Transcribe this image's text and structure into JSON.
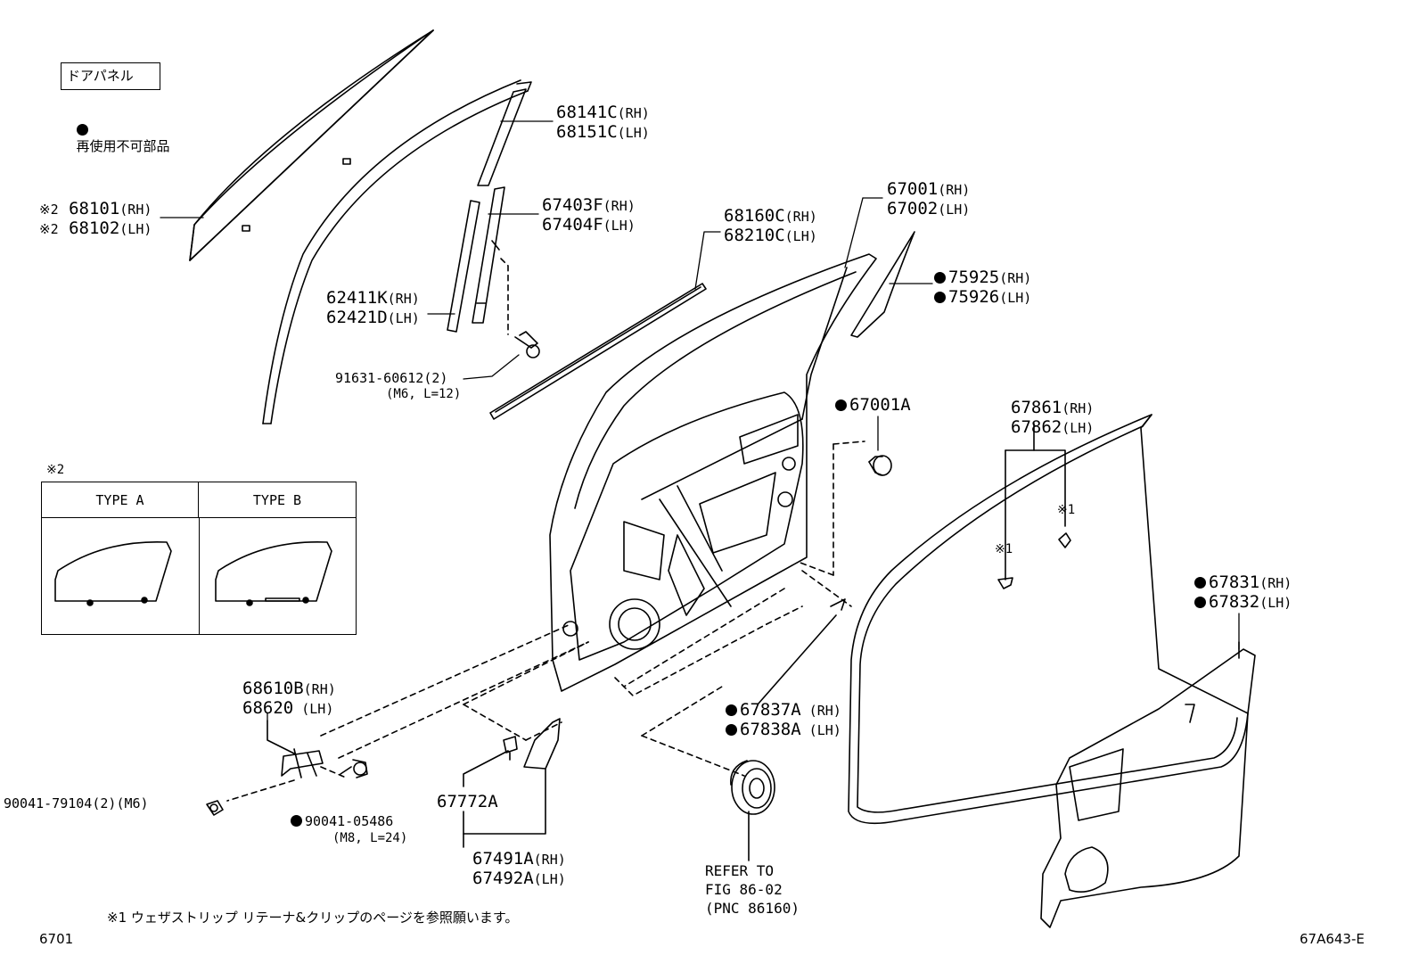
{
  "legend": {
    "title": "ドアパネル",
    "note": "再使用不可部品"
  },
  "type_table": {
    "marker": "※2",
    "type_a": "TYPE A",
    "type_b": "TYPE B"
  },
  "parts": {
    "p68141": {
      "line1": "68141C",
      "suf1": "(RH)",
      "line2": "68151C",
      "suf2": "(LH)"
    },
    "p68101": {
      "pre": "※2",
      "line1": "68101",
      "suf1": "(RH)",
      "line2": "68102",
      "suf2": "(LH)"
    },
    "p67403": {
      "line1": "67403F",
      "suf1": "(RH)",
      "line2": "67404F",
      "suf2": "(LH)"
    },
    "p68160": {
      "line1": "68160C",
      "suf1": "(RH)",
      "line2": "68210C",
      "suf2": "(LH)"
    },
    "p67001": {
      "line1": "67001",
      "suf1": "(RH)",
      "line2": "67002",
      "suf2": "(LH)"
    },
    "p75925": {
      "line1": "75925",
      "suf1": "(RH)",
      "line2": "75926",
      "suf2": "(LH)"
    },
    "p62411": {
      "line1": "62411K",
      "suf1": "(RH)",
      "line2": "62421D",
      "suf2": "(LH)"
    },
    "p91631": {
      "line1": "91631-60612(2)",
      "line2": "(M6, L=12)"
    },
    "p67001A": {
      "line1": "67001A"
    },
    "p67861": {
      "line1": "67861",
      "suf1": "(RH)",
      "line2": "67862",
      "suf2": "(LH)"
    },
    "p67831": {
      "line1": "67831",
      "suf1": "(RH)",
      "line2": "67832",
      "suf2": "(LH)"
    },
    "p68610": {
      "line1": "68610B",
      "suf1": "(RH)",
      "line2": "68620",
      "suf2": " (LH)"
    },
    "p67837": {
      "line1": "67837A",
      "suf1": " (RH)",
      "line2": "67838A",
      "suf2": " (LH)"
    },
    "p90041a": {
      "line1": "90041-79104(2)",
      "suf1": "(M6)"
    },
    "p90041b": {
      "line1": "90041-05486",
      "line2": "(M8, L=24)"
    },
    "p67772": {
      "line1": "67772A"
    },
    "p67491": {
      "line1": "67491A",
      "suf1": "(RH)",
      "line2": "67492A",
      "suf2": "(LH)"
    },
    "refer": {
      "line1": "REFER TO",
      "line2": "FIG 86-02",
      "line3": "(PNC 86160)"
    },
    "mark1a": "※1",
    "mark1b": "※1"
  },
  "footnote": "※1 ウェザストリップ リテーナ&クリップのページを参照願います。",
  "page_code": "6701",
  "figure_id": "67A643-E"
}
